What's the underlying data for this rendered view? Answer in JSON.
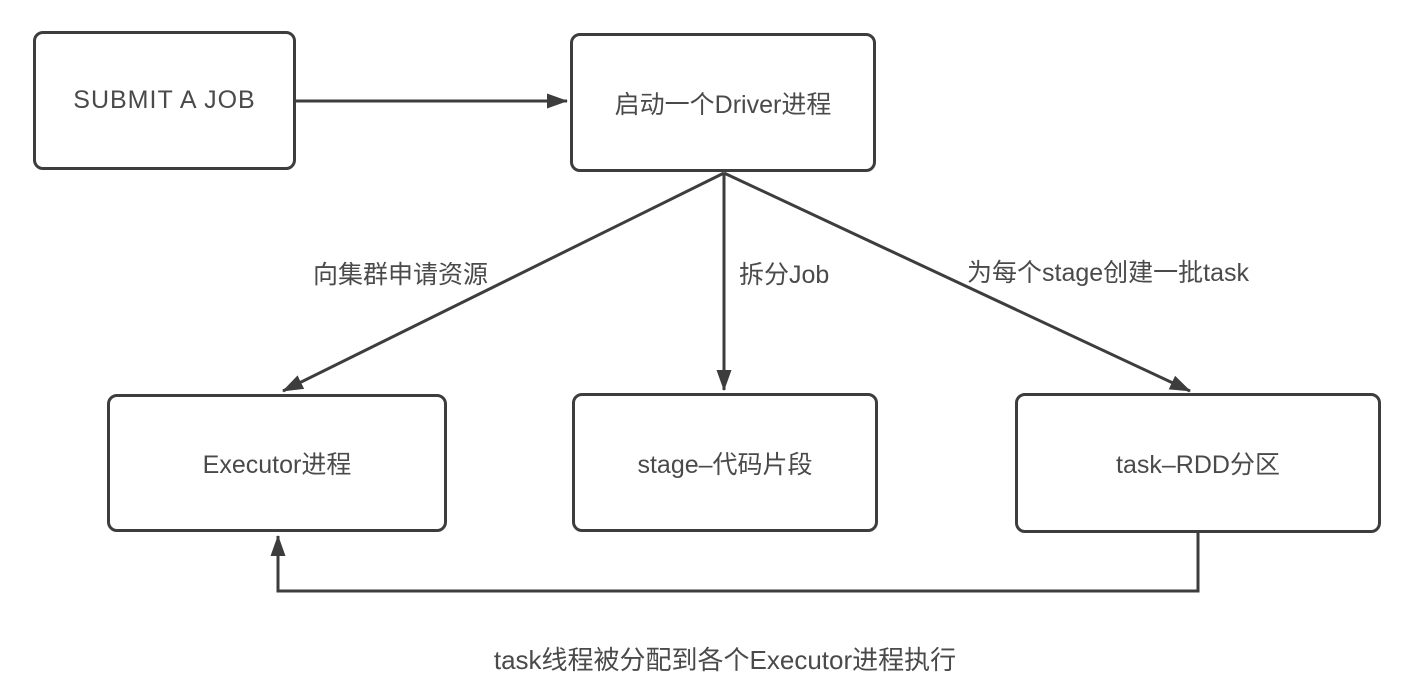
{
  "diagram": {
    "type": "flowchart",
    "background_color": "#ffffff",
    "stroke_color": "#3d3d3d",
    "text_color": "#4a4a4a",
    "nodes": [
      {
        "id": "submit-job",
        "label": "SUBMIT A JOB"
      },
      {
        "id": "driver",
        "label": "启动一个Driver进程"
      },
      {
        "id": "executor",
        "label": "Executor进程"
      },
      {
        "id": "stage",
        "label": "stage–代码片段"
      },
      {
        "id": "task",
        "label": "task–RDD分区"
      }
    ],
    "edges": [
      {
        "from": "submit-job",
        "to": "driver",
        "label": ""
      },
      {
        "from": "driver",
        "to": "executor",
        "label": "向集群申请资源"
      },
      {
        "from": "driver",
        "to": "stage",
        "label": "拆分Job"
      },
      {
        "from": "driver",
        "to": "task",
        "label": "为每个stage创建一批task"
      },
      {
        "from": "task",
        "to": "executor",
        "label": ""
      }
    ],
    "caption": "task线程被分配到各个Executor进程执行"
  }
}
